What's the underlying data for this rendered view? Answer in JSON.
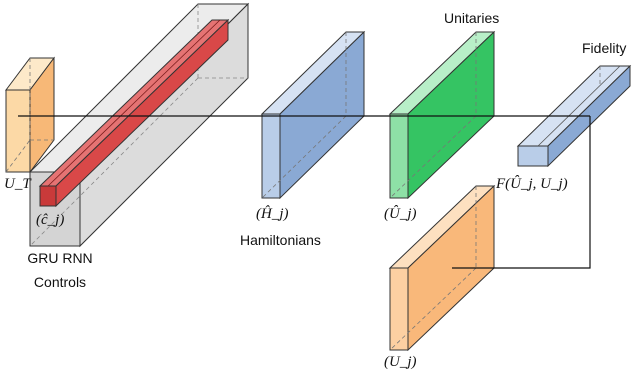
{
  "labels": {
    "ut": "U_T",
    "c_hat": "(ĉ_j)",
    "gru": "GRU RNN",
    "controls": "Controls",
    "h_hat": "(Ĥ_j)",
    "hamiltonians": "Hamiltonians",
    "unitaries": "Unitaries",
    "u_hat": "(Û_j)",
    "fidelity": "Fidelity",
    "fidelity_fn": "F(Û_j, U_j)",
    "uj": "(U_j)"
  },
  "colors": {
    "orange_front": "#fcd9a6",
    "orange_face": "#f7b877",
    "red_front": "#d94848",
    "red_face": "#e36b6b",
    "gray_box": "#d7d7d7",
    "blue_front": "#b9cde8",
    "blue_face": "#8aa9d4",
    "green_front": "#8ee0a6",
    "green_face": "#35c463",
    "uj_face": "#f9b87a",
    "uj_front": "#fdd0a2",
    "line": "#111111"
  }
}
